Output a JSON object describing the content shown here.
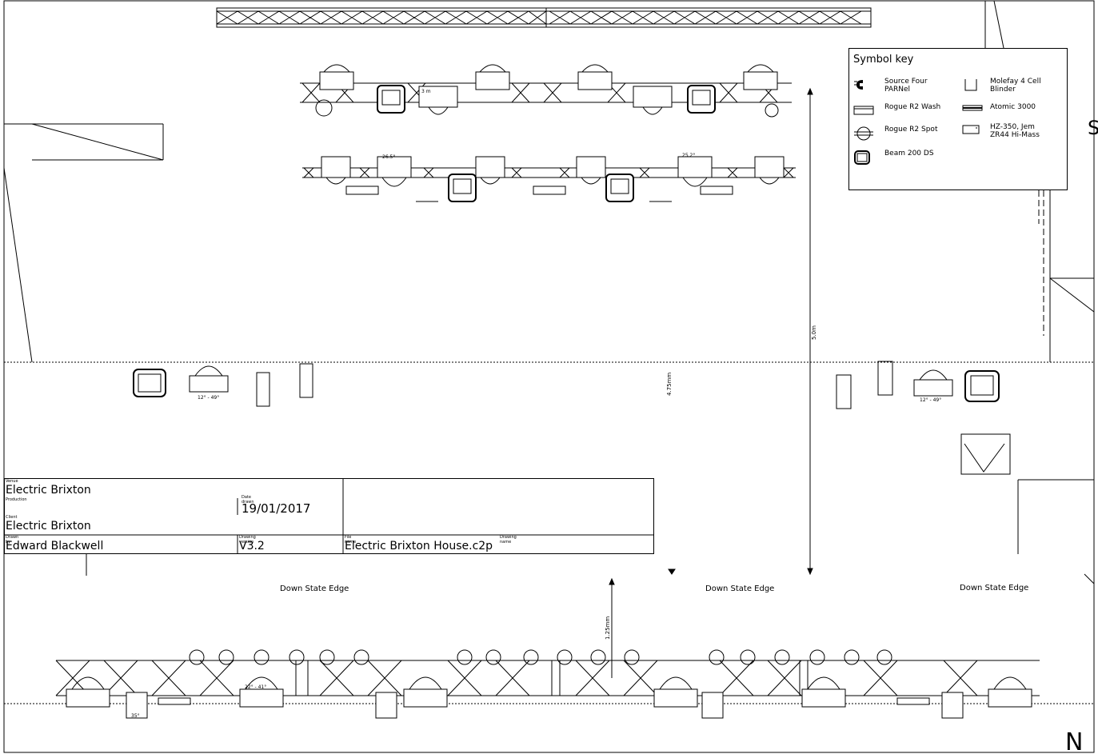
{
  "symbol_key": {
    "title": "Symbol key",
    "items": [
      {
        "icon": "source-four-parnel-icon",
        "label_line1": "Source Four",
        "label_line2": "PARNel"
      },
      {
        "icon": "rogue-r2-wash-icon",
        "label_line1": "Rogue R2 Wash",
        "label_line2": ""
      },
      {
        "icon": "rogue-r2-spot-icon",
        "label_line1": "Rogue R2 Spot",
        "label_line2": ""
      },
      {
        "icon": "beam-200-ds-icon",
        "label_line1": "Beam 200 DS",
        "label_line2": ""
      },
      {
        "icon": "molefay-blinder-icon",
        "label_line1": "Molefay 4 Cell",
        "label_line2": "Blinder"
      },
      {
        "icon": "atomic-3000-icon",
        "label_line1": "Atomic 3000",
        "label_line2": ""
      },
      {
        "icon": "hazer-icon",
        "label_line1": "HZ-350, Jem",
        "label_line2": "ZR44 Hi-Mass"
      }
    ]
  },
  "title_block": {
    "venue_caption": "Venue",
    "venue": "Electric Brixton",
    "production_caption": "Production",
    "date_caption": "Date drawn",
    "date": "19/01/2017",
    "client_caption": "Client",
    "client": "Electric Brixton",
    "designer_caption": "Drawn by",
    "designer": "Edward Blackwell",
    "version_caption": "Drawing version",
    "version": "V3.2",
    "file_caption": "File name",
    "file": "Electric Brixton House.c2p",
    "drawing_name_caption": "Drawing name"
  },
  "plan": {
    "down_stage_labels": [
      "Down State Edge",
      "Down State Edge",
      "Down State Edge"
    ],
    "dimension_vertical": "5.0m",
    "dimension_center": "4.75mm",
    "dimension_front": "1.25mm",
    "north_label": "N",
    "side_letter": "S",
    "beam_angles": {
      "a": "12° - 49°",
      "b": "12° - 49°",
      "c": "3 m",
      "d": "26.5°",
      "e": "25.2°",
      "f": "22° - 41°",
      "g": "35°"
    }
  }
}
